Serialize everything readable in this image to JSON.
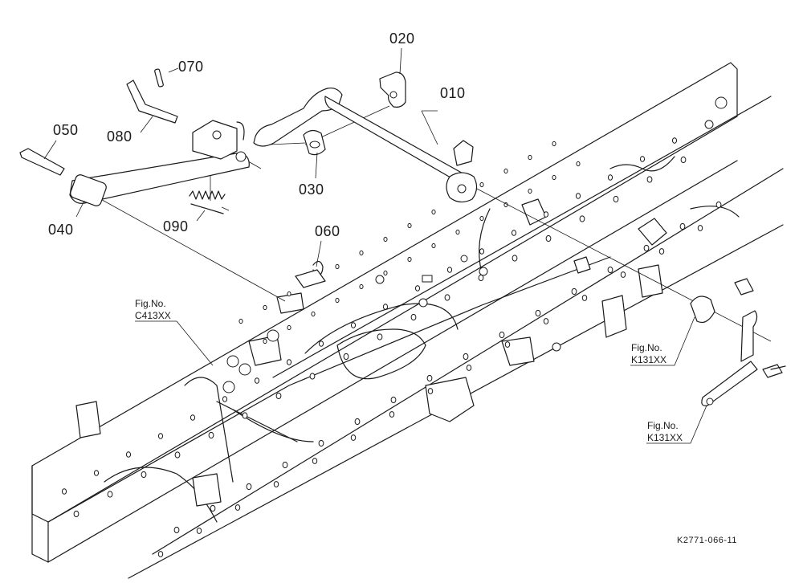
{
  "parts": [
    {
      "callout": "010"
    },
    {
      "callout": "020"
    },
    {
      "callout": "030"
    },
    {
      "callout": "040"
    },
    {
      "callout": "050"
    },
    {
      "callout": "060"
    },
    {
      "callout": "070"
    },
    {
      "callout": "080"
    },
    {
      "callout": "090"
    }
  ],
  "references": [
    {
      "prefix": "Fig.No.",
      "code": "C413XX"
    },
    {
      "prefix": "Fig.No.",
      "code": "K131XX"
    },
    {
      "prefix": "Fig.No.",
      "code": "K131XX"
    }
  ],
  "drawing_number": "K2771-066-11"
}
